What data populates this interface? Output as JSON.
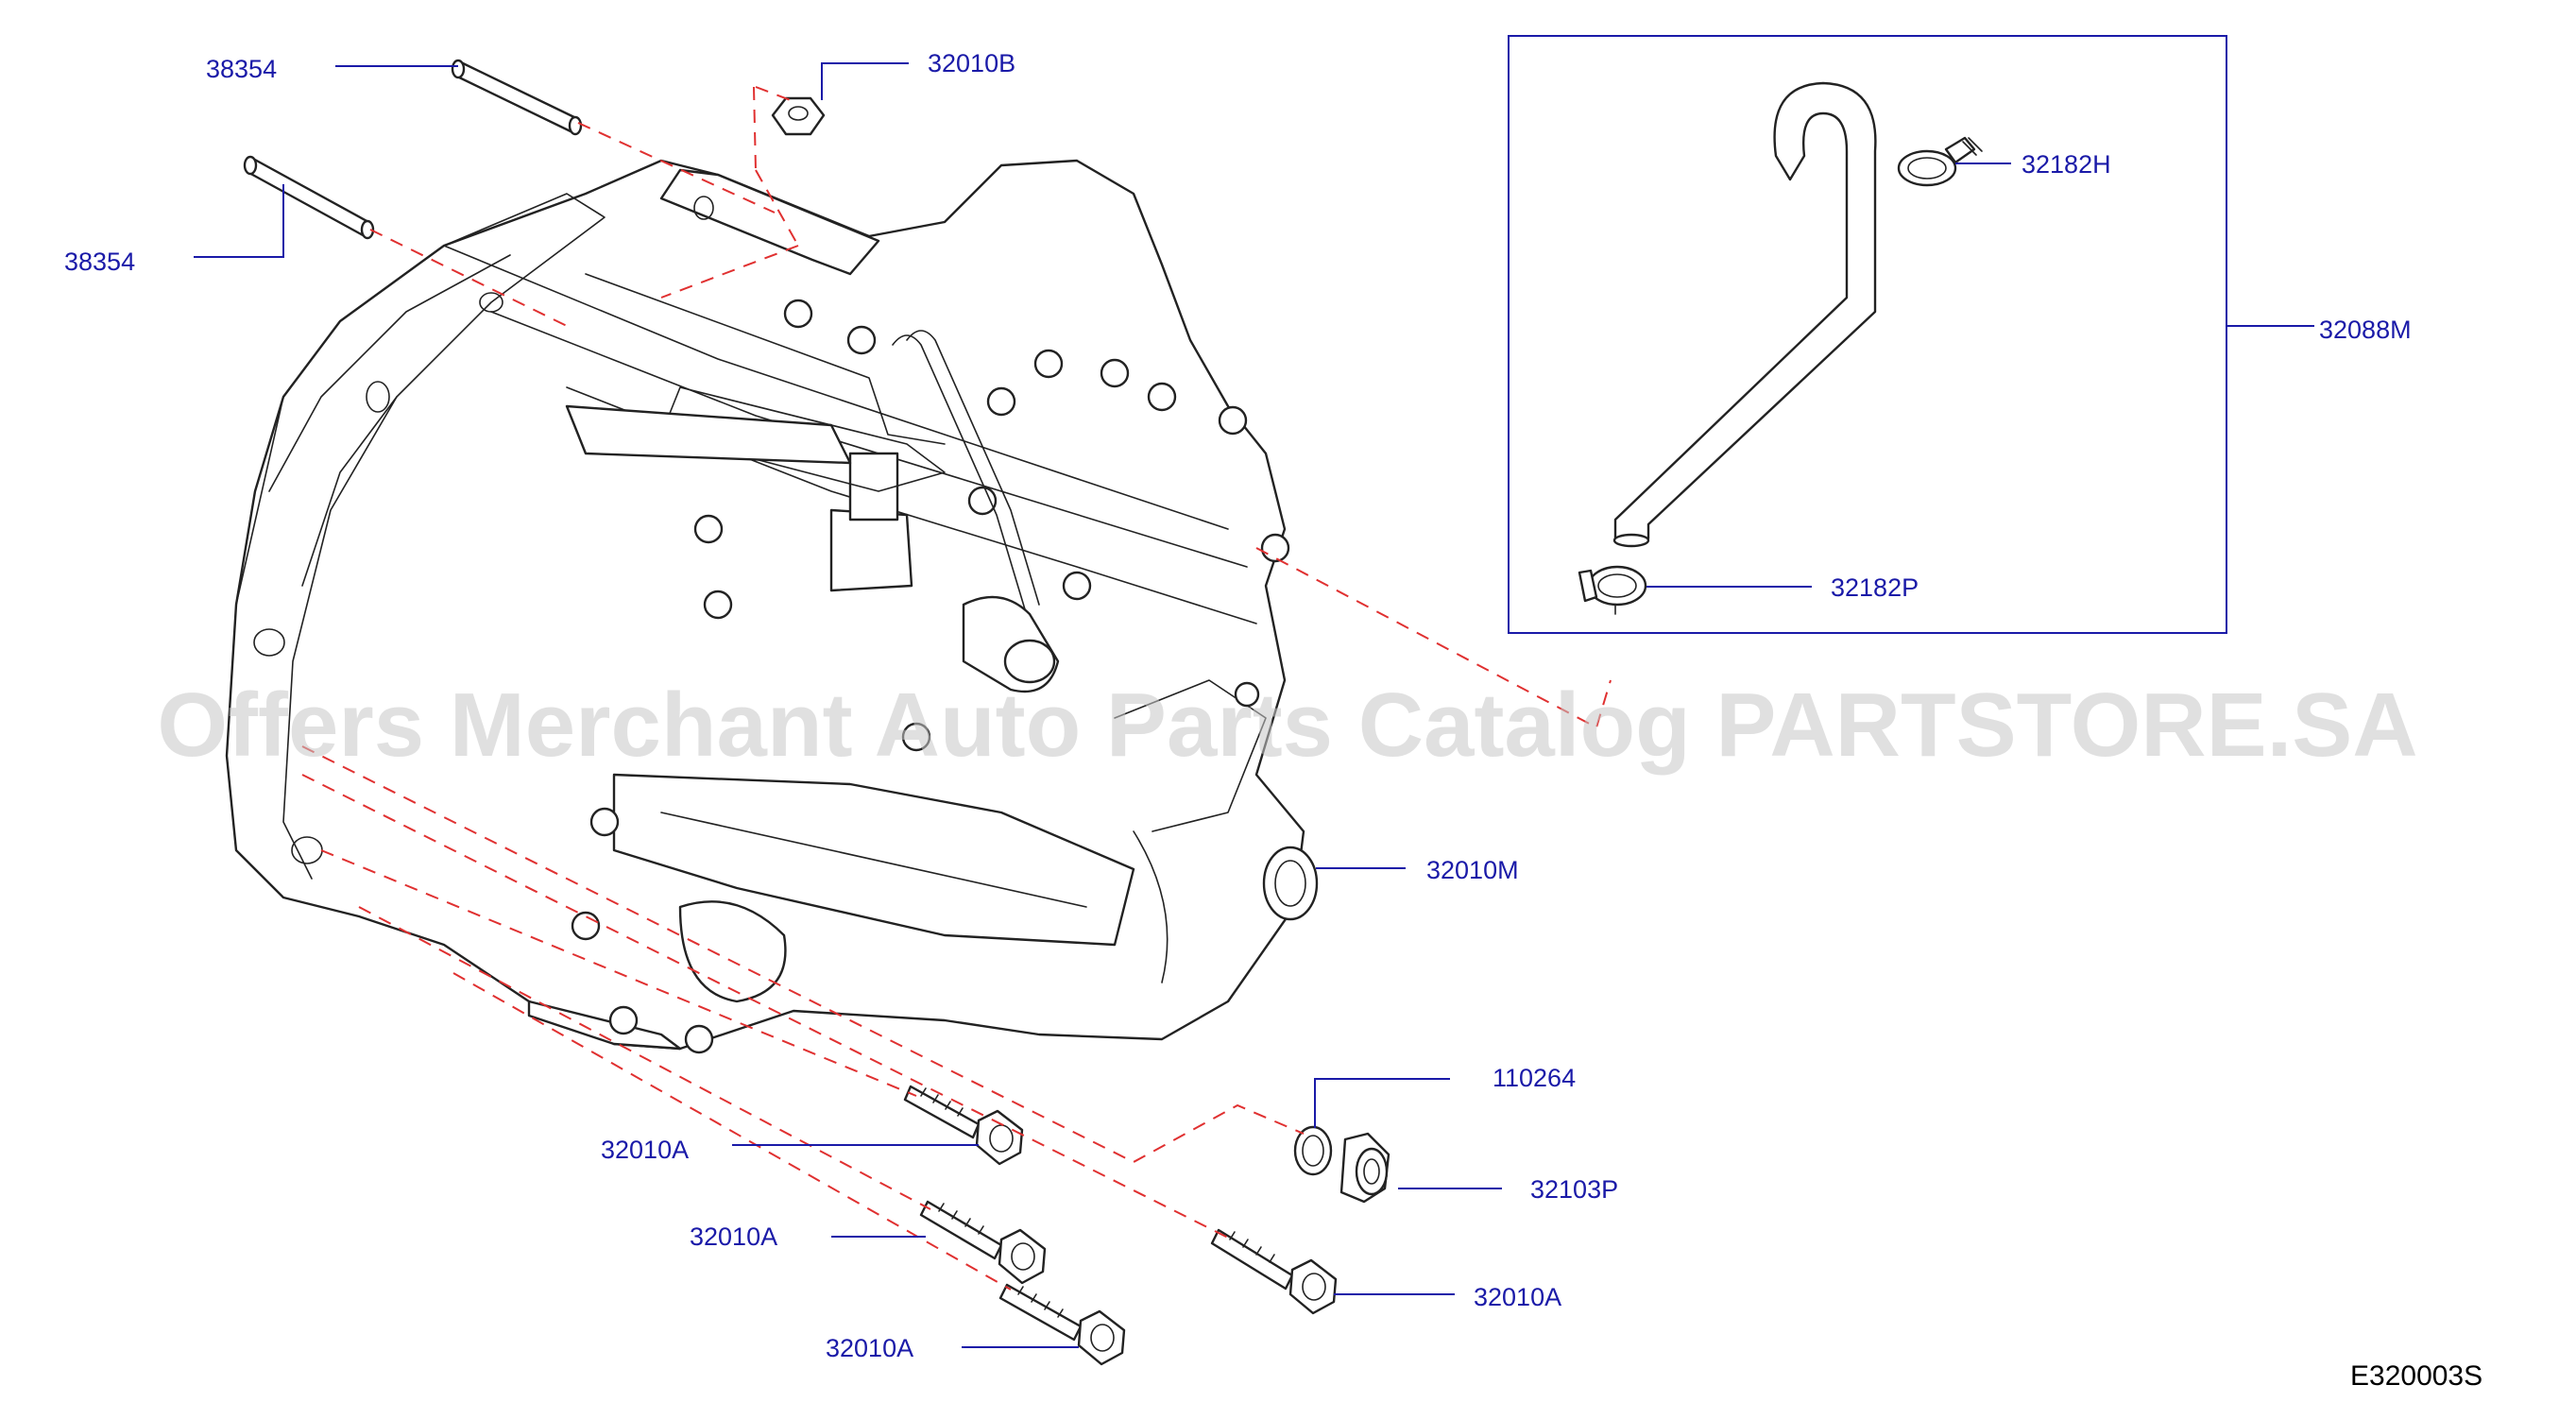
{
  "labels": {
    "stud_upper": "38354",
    "stud_lower": "38354",
    "nut_top": "32010B",
    "clamp_h": "32182H",
    "hose_assy": "32088M",
    "clamp_p": "32182P",
    "case_main": "32010M",
    "washer": "110264",
    "plug": "32103P",
    "bolt_1": "32010A",
    "bolt_2": "32010A",
    "bolt_3": "32010A",
    "bolt_4": "32010A"
  },
  "diagram_code": "E320003S",
  "watermark": "Offers Merchant Auto Parts Catalog PARTSTORE.SA",
  "colors": {
    "label": "#1a1aa8",
    "dashed_guide": "#e03030",
    "line_art": "#222222"
  }
}
